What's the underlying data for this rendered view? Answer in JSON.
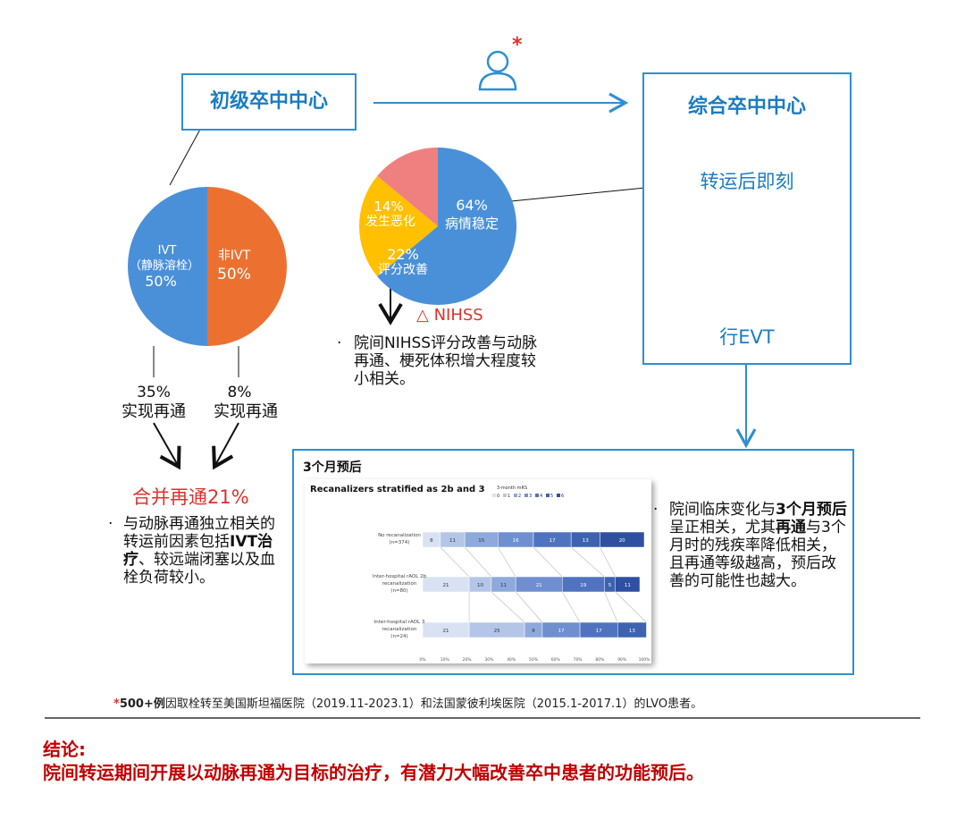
{
  "primary_center": "初级卒中中心",
  "comprehensive_center": "综合卒中中心",
  "transfer_moment": "转运后即刻",
  "evt": "行EVT",
  "star": "*",
  "pie_ivt": {
    "ivt_label1": "IVT",
    "ivt_label2": "（静脉溶栓）",
    "ivt_pct": "50%",
    "non_label": "非IVT",
    "non_pct": "50%",
    "colors": {
      "ivt": "#4a90d9",
      "non": "#ec7131"
    }
  },
  "recan_left": {
    "pct": "35%",
    "label": "实现再通"
  },
  "recan_right": {
    "pct": "8%",
    "label": "实现再通"
  },
  "combined": "合并再通21%",
  "left_bullet": {
    "dot": "·",
    "part1": "与动脉再通独立相关的转运前因素包括",
    "bold1": "IVT治疗",
    "part2": "、较远端闭塞以及血栓负荷较小。"
  },
  "pie_nihss": {
    "stable_pct": "64%",
    "stable_label": "病情稳定",
    "improve_pct": "22%",
    "improve_label": "评分改善",
    "worse_pct": "14%",
    "worse_label": "发生恶化",
    "colors": {
      "stable": "#4a90d9",
      "improve": "#ffc000",
      "worse": "#f08080"
    }
  },
  "delta_nihss": "△ NIHSS",
  "mid_bullet": {
    "dot": "·",
    "text": "院间NIHSS评分改善与动脉再通、梗死体积增大程度较小相关。"
  },
  "prognosis_box": {
    "title": "3个月预后",
    "chart_title": "Recanalizers stratified as 2b and 3",
    "legend_title": "3-month mRS"
  },
  "right_bullet": {
    "dot": "·",
    "p1": "院间临床变化与",
    "b1": "3个月预后",
    "p2": "呈正相关，尤其",
    "b2": "再通",
    "p3": "与3个月时的残疾率降低相关，且再通等级越高，预后改善的可能性也越大。"
  },
  "footnote": {
    "star": "*",
    "bold": "500+例",
    "text": "因取栓转至美国斯坦福医院（2019.11-2023.1）和法国蒙彼利埃医院（2015.1-2017.1）的LVO患者。"
  },
  "conclusion": {
    "label": "结论:",
    "text": "院间转运期间开展以动脉再通为目标的治疗，有潜力大幅改善卒中患者的功能预后。"
  },
  "chart_data": {
    "type": "bar",
    "stacked": true,
    "horizontal": true,
    "title": "Recanalizers stratified as 2b and 3",
    "legend_title": "3-month mRS",
    "legend": [
      "0",
      "1",
      "2",
      "3",
      "4",
      "5",
      "6"
    ],
    "legend_placement": "top",
    "categories": [
      [
        "No recanalization",
        "(n=374)"
      ],
      [
        "Inter-hospital rAOL 2b",
        "recanalization",
        "(n=80)"
      ],
      [
        "Inter-hospital rAOL 3",
        "recanalization",
        "(n=24)"
      ]
    ],
    "series_values": [
      [
        8,
        11,
        15,
        16,
        17,
        13,
        20
      ],
      [
        21,
        10,
        11,
        21,
        19,
        5,
        11
      ],
      [
        21,
        25,
        8,
        17,
        17,
        13,
        0
      ]
    ],
    "colors": [
      "#d9e2f3",
      "#b4c6e7",
      "#8ea9db",
      "#6f8fd0",
      "#4f73bf",
      "#3d62b0",
      "#2f4fa0"
    ],
    "xticks": [
      "0%",
      "10%",
      "20%",
      "30%",
      "40%",
      "50%",
      "60%",
      "70%",
      "80%",
      "90%",
      "100%"
    ],
    "xlim": [
      0,
      100
    ]
  }
}
